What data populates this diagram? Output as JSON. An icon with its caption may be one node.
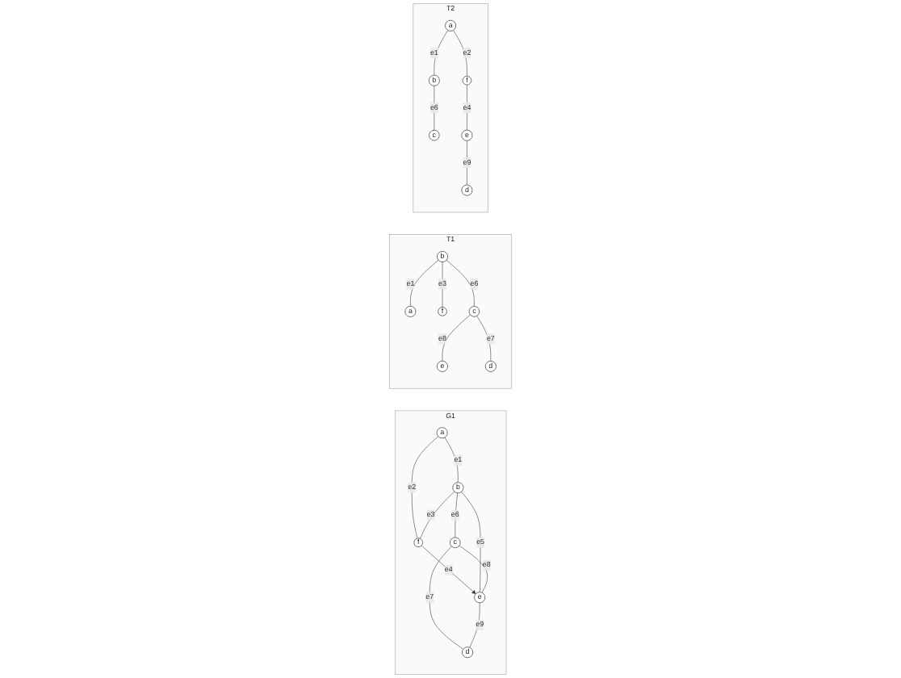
{
  "diagram": {
    "nodes": [
      {
        "text": [
          "G1"
        ]
      },
      {
        "text": [
          "a"
        ],
        "in": 0
      },
      {
        "text": [
          "b"
        ],
        "in": 0
      },
      {
        "text": [
          "c"
        ],
        "in": 0
      },
      {
        "text": [
          "d"
        ],
        "in": 0
      },
      {
        "text": [
          "e"
        ],
        "in": 0
      },
      {
        "text": [
          "f"
        ],
        "in": 0
      },
      {
        "text": [
          "T1"
        ]
      },
      {
        "text": [
          "a"
        ],
        "in": 7
      },
      {
        "text": [
          "b"
        ],
        "in": 7
      },
      {
        "text": [
          "c"
        ],
        "in": 7
      },
      {
        "text": [
          "d"
        ],
        "in": 7
      },
      {
        "text": [
          "e"
        ],
        "in": 7
      },
      {
        "text": [
          "f"
        ],
        "in": 7
      },
      {
        "text": [
          "T2"
        ]
      },
      {
        "text": [
          "a"
        ],
        "in": 14
      },
      {
        "text": [
          "b"
        ],
        "in": 14
      },
      {
        "text": [
          "c"
        ],
        "in": 14
      },
      {
        "text": [
          "d"
        ],
        "in": 14
      },
      {
        "text": [
          "e"
        ],
        "in": 14
      },
      {
        "text": [
          "f"
        ],
        "in": 14
      }
    ],
    "edges": [
      {
        "from": 1,
        "to": 2,
        "label": "e1",
        "arrow": "none"
      },
      {
        "from": 1,
        "to": 6,
        "label": "e2",
        "arrow": "none"
      },
      {
        "from": 2,
        "to": 6,
        "label": "e3",
        "arrow": "none"
      },
      {
        "from": 6,
        "to": 5,
        "label": "e4",
        "arrow": "to"
      },
      {
        "from": 2,
        "to": 5,
        "label": "e5",
        "arrow": "none"
      },
      {
        "from": 2,
        "to": 3,
        "label": "e6",
        "arrow": "none"
      },
      {
        "from": 3,
        "to": 4,
        "label": "e7",
        "arrow": "none"
      },
      {
        "from": 3,
        "to": 5,
        "label": "e8",
        "arrow": "none"
      },
      {
        "from": 5,
        "to": 4,
        "label": "e9",
        "arrow": "none"
      },
      {
        "from": 9,
        "to": 8,
        "label": "e1",
        "arrow": "none"
      },
      {
        "from": 9,
        "to": 13,
        "label": "e3",
        "arrow": "none"
      },
      {
        "from": 9,
        "to": 10,
        "label": "e6",
        "arrow": "none"
      },
      {
        "from": 10,
        "to": 12,
        "label": "e8",
        "arrow": "none"
      },
      {
        "from": 10,
        "to": 11,
        "label": "e7",
        "arrow": "none"
      },
      {
        "from": 15,
        "to": 16,
        "label": "e1",
        "arrow": "none"
      },
      {
        "from": 16,
        "to": 17,
        "label": "e6",
        "arrow": "none"
      },
      {
        "from": 15,
        "to": 20,
        "label": "e2",
        "arrow": "none"
      },
      {
        "from": 20,
        "to": 19,
        "label": "e4",
        "arrow": "none"
      },
      {
        "from": 19,
        "to": 18,
        "label": "e9",
        "arrow": "none"
      }
    ]
  }
}
